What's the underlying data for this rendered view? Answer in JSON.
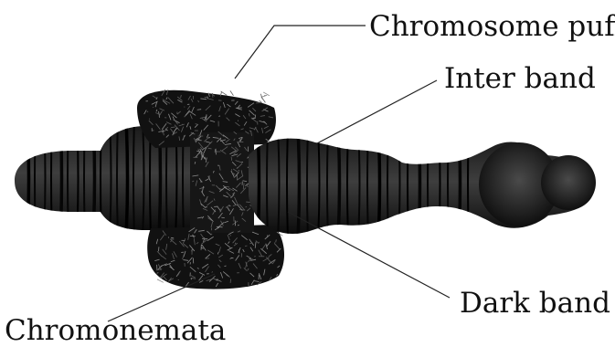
{
  "labels": {
    "chromosome_puff": "Chromosome puff",
    "inter_band": "Inter band",
    "dark_band": "Dark band",
    "chromonemata": "Chromonemata"
  },
  "colors": {
    "background": "#ffffff",
    "chromosome_body": "#141414",
    "band_dark": "#060606",
    "band_light": "#4c4c4c",
    "puff_fibers": "#8a8a8a",
    "leader_line": "#222222",
    "label_text": "#111111"
  }
}
